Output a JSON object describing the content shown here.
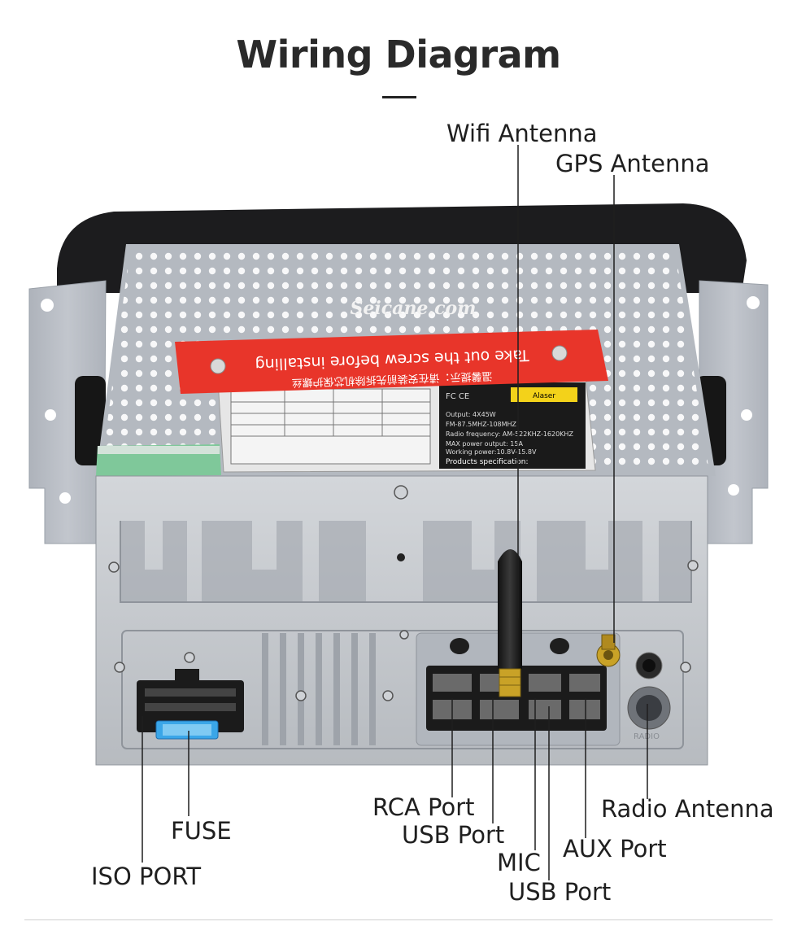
{
  "title": "Wiring Diagram",
  "watermark": "Seicane.com",
  "sticker": {
    "text_en": "Take out the screw before installing",
    "text_cn": "温馨提示：请在安装前先拆除机芯保护螺丝"
  },
  "spec_label": {
    "heading": "Products specification:",
    "lines": [
      "Working power:10.8V-15.8V",
      "MAX power output: 15A",
      "Radio frequency: AM-522KHZ-1620KHZ",
      "FM-87.5MHZ-108MHZ",
      "Output: 4X45W"
    ],
    "warning": "Alaser",
    "cert": "FC CE"
  },
  "radio_socket_text": "RADIO",
  "labels": {
    "wifi_antenna": "Wifi Antenna",
    "gps_antenna": "GPS Antenna",
    "rca_port": "RCA Port",
    "usb_port_1": "USB Port",
    "mic": "MIC",
    "usb_port_2": "USB Port",
    "aux_port": "AUX Port",
    "radio_antenna": "Radio Antenna",
    "fuse": "FUSE",
    "iso_port": "ISO PORT"
  },
  "colors": {
    "bracket": "#b9bec6",
    "panel": "#c9ccd1",
    "bezel": "#1d1d1f",
    "sticker_red": "#e8352a",
    "fuse_blue": "#3aa6e8",
    "connector": "#1b1b1b"
  }
}
